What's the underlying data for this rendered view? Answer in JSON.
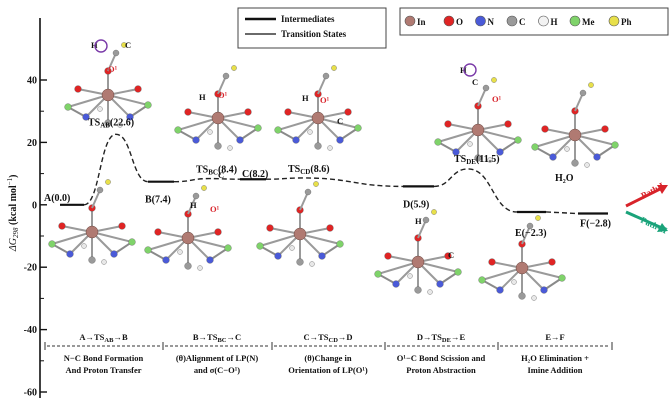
{
  "chart_data": {
    "type": "line",
    "ylabel": "ΔG",
    "ylabel_sub": "298",
    "ylabel_unit": "(kcal mol",
    "ylabel_sup": "−1",
    "ylabel_close": ")",
    "ylim": [
      -65,
      55
    ],
    "yticks": [
      40,
      20,
      0,
      -20,
      -40,
      -60
    ],
    "legend_lines": [
      {
        "label": "Intermediates",
        "style": "solid"
      },
      {
        "label": "Transition States",
        "style": "thin"
      }
    ],
    "legend_atoms": [
      {
        "label": "In",
        "color": "#b07a72"
      },
      {
        "label": "O",
        "color": "#e02424"
      },
      {
        "label": "N",
        "color": "#4a5ad8"
      },
      {
        "label": "C",
        "color": "#9a9a9a"
      },
      {
        "label": "H",
        "color": "#f2f2f2"
      },
      {
        "label": "Me",
        "color": "#7fd36a"
      },
      {
        "label": "Ph",
        "color": "#e8e04a"
      }
    ],
    "points": [
      {
        "id": "A",
        "kind": "intermediate",
        "value": 0.0,
        "label": "A(0.0)"
      },
      {
        "id": "TS_AB",
        "kind": "ts",
        "value": 22.6,
        "label_main": "TS",
        "label_sub": "AB",
        "label_val": "(22.6)"
      },
      {
        "id": "B",
        "kind": "intermediate",
        "value": 7.4,
        "label": "B(7.4)"
      },
      {
        "id": "TS_BC",
        "kind": "ts",
        "value": 8.4,
        "label_main": "TS",
        "label_sub": "BC",
        "label_val": "(8.4)"
      },
      {
        "id": "C",
        "kind": "intermediate",
        "value": 8.2,
        "label": "C(8.2)"
      },
      {
        "id": "TS_CD",
        "kind": "ts",
        "value": 8.6,
        "label_main": "TS",
        "label_sub": "CD",
        "label_val": "(8.6)"
      },
      {
        "id": "D",
        "kind": "intermediate",
        "value": 5.9,
        "label": "D(5.9)"
      },
      {
        "id": "TS_DE",
        "kind": "ts",
        "value": 11.5,
        "label_main": "TS",
        "label_sub": "DE",
        "label_val": "(11.5)"
      },
      {
        "id": "E",
        "kind": "intermediate",
        "value": -2.3,
        "label": "E(−2.3)"
      },
      {
        "id": "F",
        "kind": "intermediate",
        "value": -2.8,
        "label": "F(−2.8)"
      }
    ],
    "water_label": "H₂O",
    "paths": [
      {
        "label": "Path-I",
        "color": "#d8232a"
      },
      {
        "label": "Path-II",
        "color": "#1aa37a"
      }
    ],
    "sections": [
      {
        "arrow": "A→TS",
        "arrow_sub": "AB",
        "arrow_end": "→B",
        "line1": "N−C Bond Formation",
        "line2": "And Proton Transfer"
      },
      {
        "arrow": "B→TS",
        "arrow_sub": "BC",
        "arrow_end": "→C",
        "line1": "(θ)Alignment of LP(N)",
        "line2": "and σ(C−O¹)"
      },
      {
        "arrow": "C→TS",
        "arrow_sub": "CD",
        "arrow_end": "→D",
        "line1": "(θ)Change in",
        "line2": "Orientation of LP(O¹)"
      },
      {
        "arrow": "D→TS",
        "arrow_sub": "DE",
        "arrow_end": "→E",
        "line1": "O¹−C Bond Scission and",
        "line2": "Proton Abstraction"
      },
      {
        "arrow": "E→F",
        "arrow_sub": "",
        "arrow_end": "",
        "line1": "H₂O Elimination +",
        "line2": "Imine Addition"
      }
    ],
    "atom_markers": [
      "H",
      "O¹",
      "C",
      "H",
      "O¹",
      "H",
      "O¹",
      "C",
      "H",
      "C",
      "O¹",
      "H",
      "O¹",
      "C",
      "H",
      "C"
    ]
  }
}
